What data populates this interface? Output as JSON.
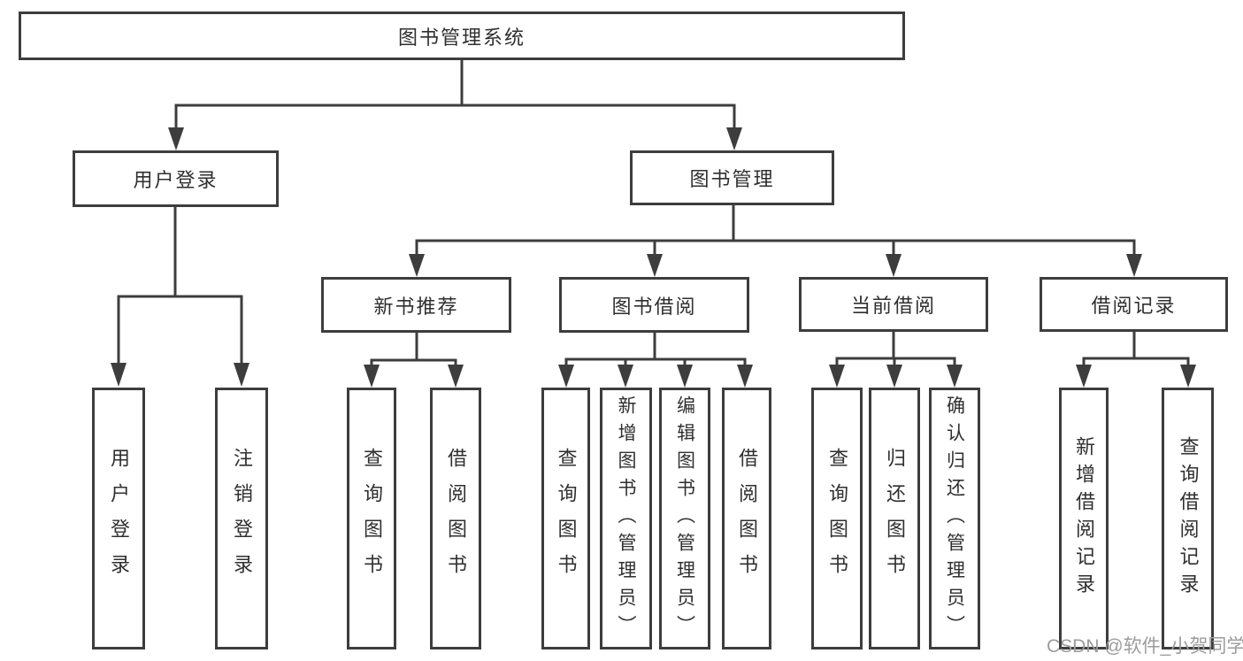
{
  "title": {
    "label": "图书管理系统"
  },
  "branches": [
    {
      "label": "用户登录",
      "children": [
        {
          "label": "用户登录"
        },
        {
          "label": "注销登录"
        }
      ]
    },
    {
      "label": "图书管理",
      "children": [
        {
          "label": "新书推荐",
          "children": [
            {
              "label": "查询图书"
            },
            {
              "label": "借阅图书"
            }
          ]
        },
        {
          "label": "图书借阅",
          "children": [
            {
              "label": "查询图书"
            },
            {
              "label": "新增图书（管理员）"
            },
            {
              "label": "编辑图书（管理员）"
            },
            {
              "label": "借阅图书"
            }
          ]
        },
        {
          "label": "当前借阅",
          "children": [
            {
              "label": "查询图书"
            },
            {
              "label": "归还图书"
            },
            {
              "label": "确认归还（管理员）"
            }
          ]
        },
        {
          "label": "借阅记录",
          "children": [
            {
              "label": "新增借阅记录"
            },
            {
              "label": "查询借阅记录"
            }
          ]
        }
      ]
    }
  ],
  "watermark": "CSDN @软件_小贺同学",
  "colors": {
    "background": "#ffffff",
    "line": "#3d3d3d",
    "text": "#2f2f2f",
    "watermark": "#9c9c9c"
  }
}
